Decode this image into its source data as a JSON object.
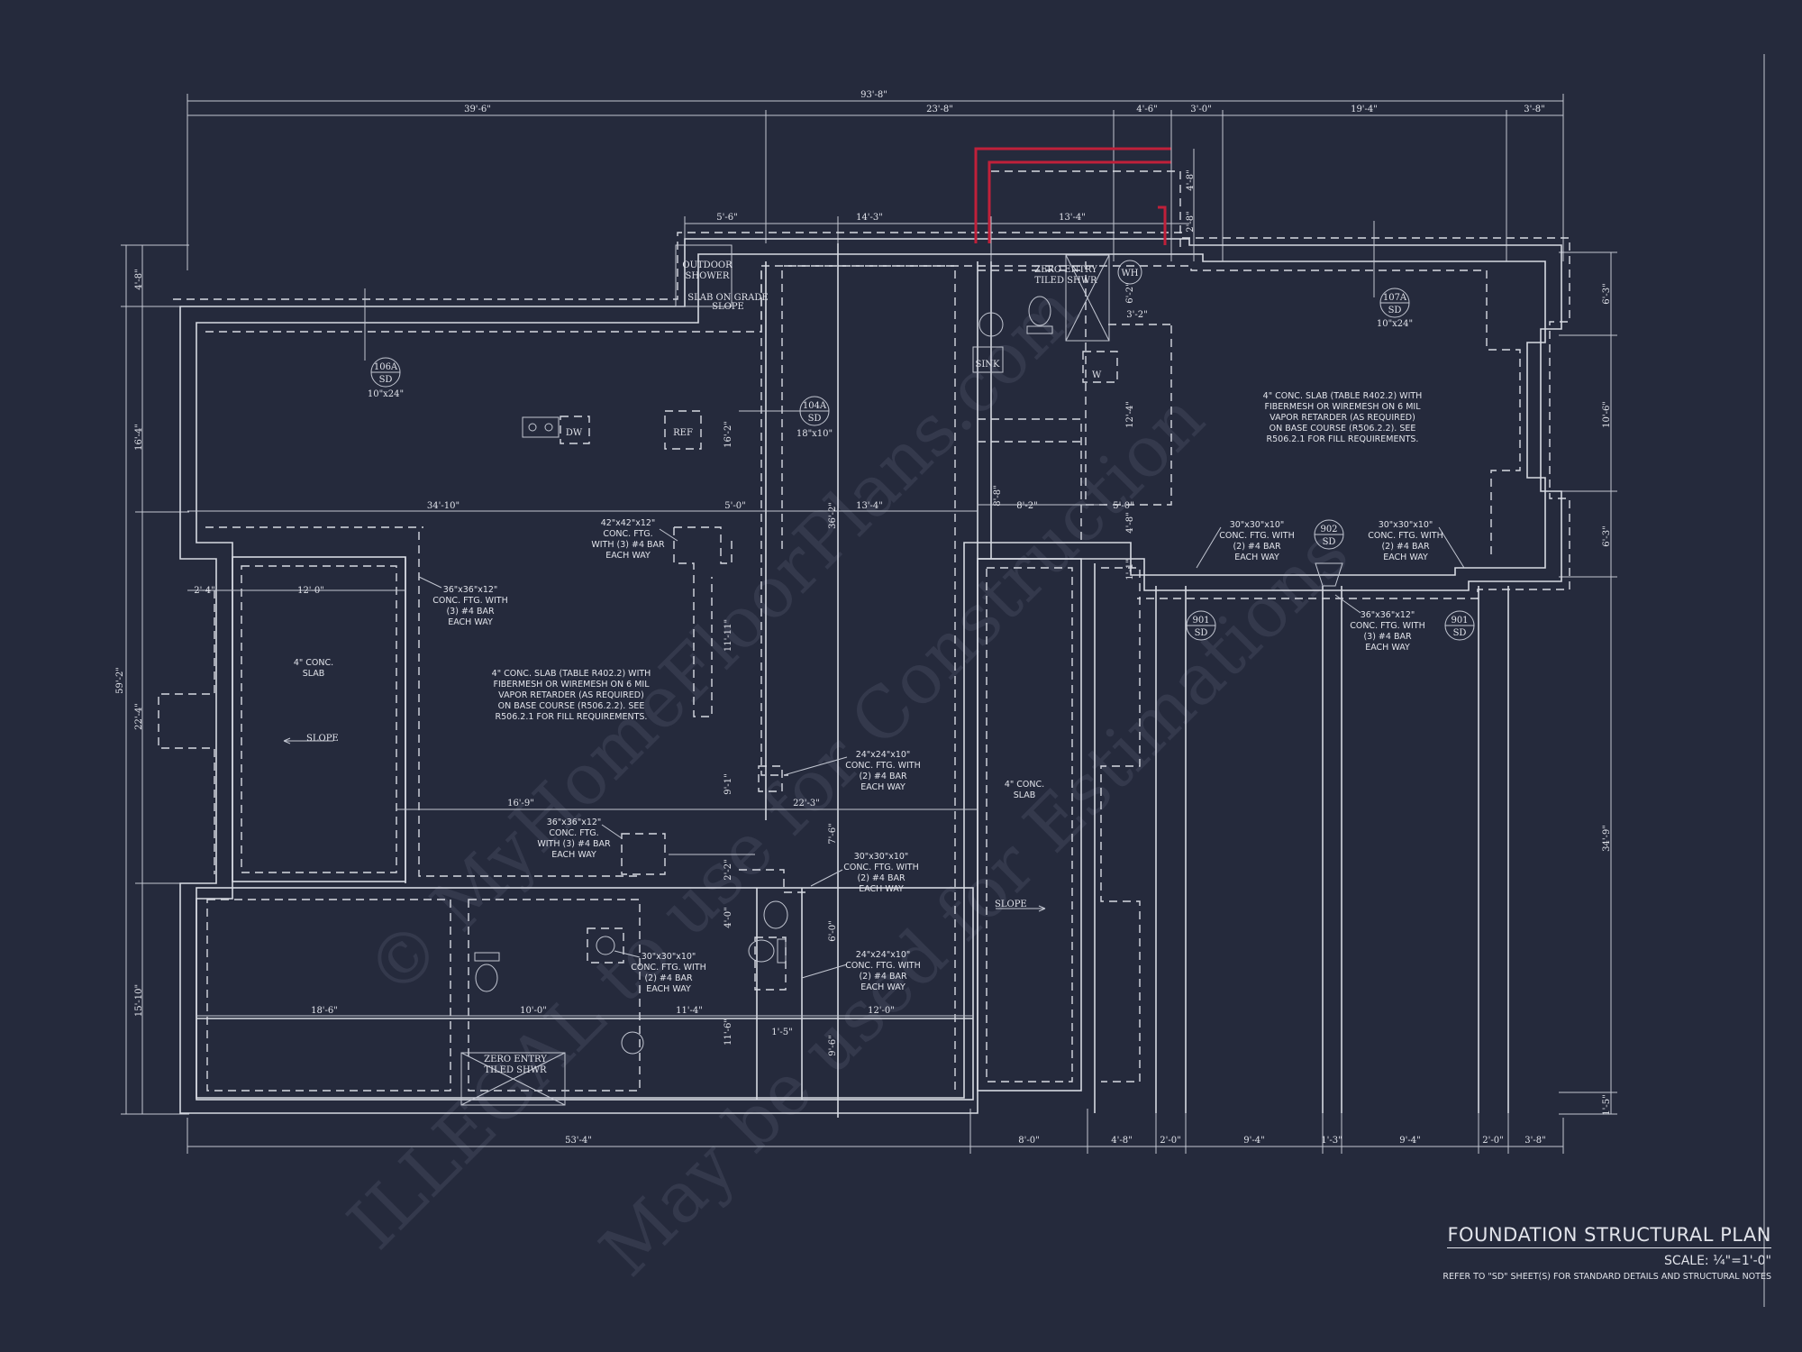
{
  "sheet": {
    "title": "FOUNDATION STRUCTURAL PLAN",
    "scale": "SCALE: ¼\"=1'-0\"",
    "reference_note": "REFER TO \"SD\" SHEET(S) FOR STANDARD DETAILS AND STRUCTURAL NOTES"
  },
  "watermark": {
    "line1": "© MyHomeFloorPlans.com",
    "line2": "ILLEGAL to use for Construction",
    "line3": "May be used for Estimations"
  },
  "dims_top": {
    "overall": "93'-8\"",
    "a": "39'-6\"",
    "b": "23'-8\"",
    "c": "4'-6\"",
    "d": "3'-0\"",
    "e": "19'-4\"",
    "f": "3'-8\"",
    "g": "5'-6\"",
    "h": "14'-3\"",
    "i": "13'-4\"",
    "v1": "4'-8\"",
    "v2": "2'-8\""
  },
  "dims_bottom": {
    "a": "53'-4\"",
    "b": "8'-0\"",
    "c": "4'-8\"",
    "d": "2'-0\"",
    "e": "9'-4\"",
    "f": "1'-3\"",
    "g": "9'-4\"",
    "h": "2'-0\"",
    "i": "3'-8\""
  },
  "dims_left": {
    "a": "4'-8\"",
    "b": "16'-4\"",
    "overall": "59'-2\"",
    "c": "22'-4\"",
    "d": "15'-10\""
  },
  "dims_right": {
    "a": "6'-3\"",
    "b": "10'-6\"",
    "c": "6'-3\"",
    "d": "34'-9\"",
    "e": "1'-5\""
  },
  "dims_interior": {
    "w1": "34'-10\"",
    "w2": "5'-0\"",
    "w3": "13'-4\"",
    "w4": "8'-2\"",
    "w5": "5'-0\"",
    "w6": "2'-4\"",
    "w7": "12'-0\"",
    "w8": "16'-9\"",
    "w9": "22'-3\"",
    "w10": "18'-6\"",
    "w11": "10'-0\"",
    "w12": "11'-4\"",
    "w13": "1'-5\"",
    "w14": "12'-0\"",
    "v1": "16'-2\"",
    "v2": "36'-2\"",
    "v3": "11'-11\"",
    "v4": "9'-1\"",
    "v5": "7'-6\"",
    "v6": "2'-2\"",
    "v7": "4'-0\"",
    "v8": "6'-0\"",
    "v9": "11'-6\"",
    "v10": "9'-6\"",
    "v11": "8'-8\"",
    "v12": "6'-2\"",
    "v13": "3'-2\"",
    "v14": "12'-4\"",
    "v15": "4'-8\"",
    "v16": "1'-1\""
  },
  "rooms": {
    "outdoor_shower": [
      "OUTDOOR",
      "SHOWER"
    ],
    "slab_on_grade": [
      "SLAB ON GRADE",
      "SLOPE"
    ],
    "zero_entry_top": [
      "ZERO ENTRY",
      "TILED SHWR"
    ],
    "zero_entry_bottom": [
      "ZERO ENTRY",
      "TILED SHWR"
    ],
    "wh": "WH",
    "w": "W",
    "sink": "SINK",
    "dw": "DW",
    "ref": "REF",
    "slab_left": [
      "4\" CONC.",
      "SLAB"
    ],
    "slab_mid": [
      "4\" CONC.",
      "SLAB"
    ],
    "slope": "SLOPE"
  },
  "tags": [
    {
      "top": "106A",
      "bot": "SD",
      "size": "10\"x24\""
    },
    {
      "top": "104A",
      "bot": "SD",
      "size": "18\"x10\""
    },
    {
      "top": "107A",
      "bot": "SD",
      "size": "10\"x24\""
    },
    {
      "top": "902",
      "bot": "SD",
      "size": ""
    },
    {
      "top": "901",
      "bot": "SD",
      "size": ""
    },
    {
      "top": "901",
      "bot": "SD",
      "size": ""
    }
  ],
  "notes": {
    "slab_main": [
      "4\" CONC. SLAB (TABLE R402.2) WITH",
      "FIBERMESH OR WIREMESH ON 6 MIL",
      "VAPOR RETARDER (AS REQUIRED)",
      "ON BASE COURSE (R506.2.2). SEE",
      "R506.2.1 FOR FILL REQUIREMENTS."
    ],
    "slab_right": [
      "4\" CONC. SLAB (TABLE R402.2) WITH",
      "FIBERMESH OR WIREMESH ON 6 MIL",
      "VAPOR RETARDER (AS REQUIRED)",
      "ON BASE COURSE (R506.2.2). SEE",
      "R506.2.1 FOR FILL REQUIREMENTS."
    ],
    "ftg_42": [
      "42\"x42\"x12\"",
      "CONC. FTG.",
      "WITH (3) #4 BAR",
      "EACH WAY"
    ],
    "ftg_36a": [
      "36\"x36\"x12\"",
      "CONC. FTG. WITH",
      "(3) #4 BAR",
      "EACH WAY"
    ],
    "ftg_36b": [
      "36\"x36\"x12\"",
      "CONC. FTG.",
      "WITH (3) #4 BAR",
      "EACH WAY"
    ],
    "ftg_36c": [
      "36\"x36\"x12\"",
      "CONC. FTG. WITH",
      "(3) #4 BAR",
      "EACH WAY"
    ],
    "ftg_24a": [
      "24\"x24\"x10\"",
      "CONC. FTG. WITH",
      "(2) #4 BAR",
      "EACH WAY"
    ],
    "ftg_24b": [
      "24\"x24\"x10\"",
      "CONC. FTG. WITH",
      "(2) #4 BAR",
      "EACH WAY"
    ],
    "ftg_30a": [
      "30\"x30\"x10\"",
      "CONC. FTG. WITH",
      "(2) #4 BAR",
      "EACH WAY"
    ],
    "ftg_30b": [
      "30\"x30\"x10\"",
      "CONC. FTG. WITH",
      "(2) #4 BAR",
      "EACH WAY"
    ],
    "ftg_30c": [
      "30\"x30\"x10\"",
      "CONC. FTG. WITH",
      "(2) #4 BAR",
      "EACH WAY"
    ],
    "ftg_30d": [
      "30\"x30\"x10\"",
      "CONC. FTG. WITH",
      "(2) #4 BAR",
      "EACH WAY"
    ]
  }
}
